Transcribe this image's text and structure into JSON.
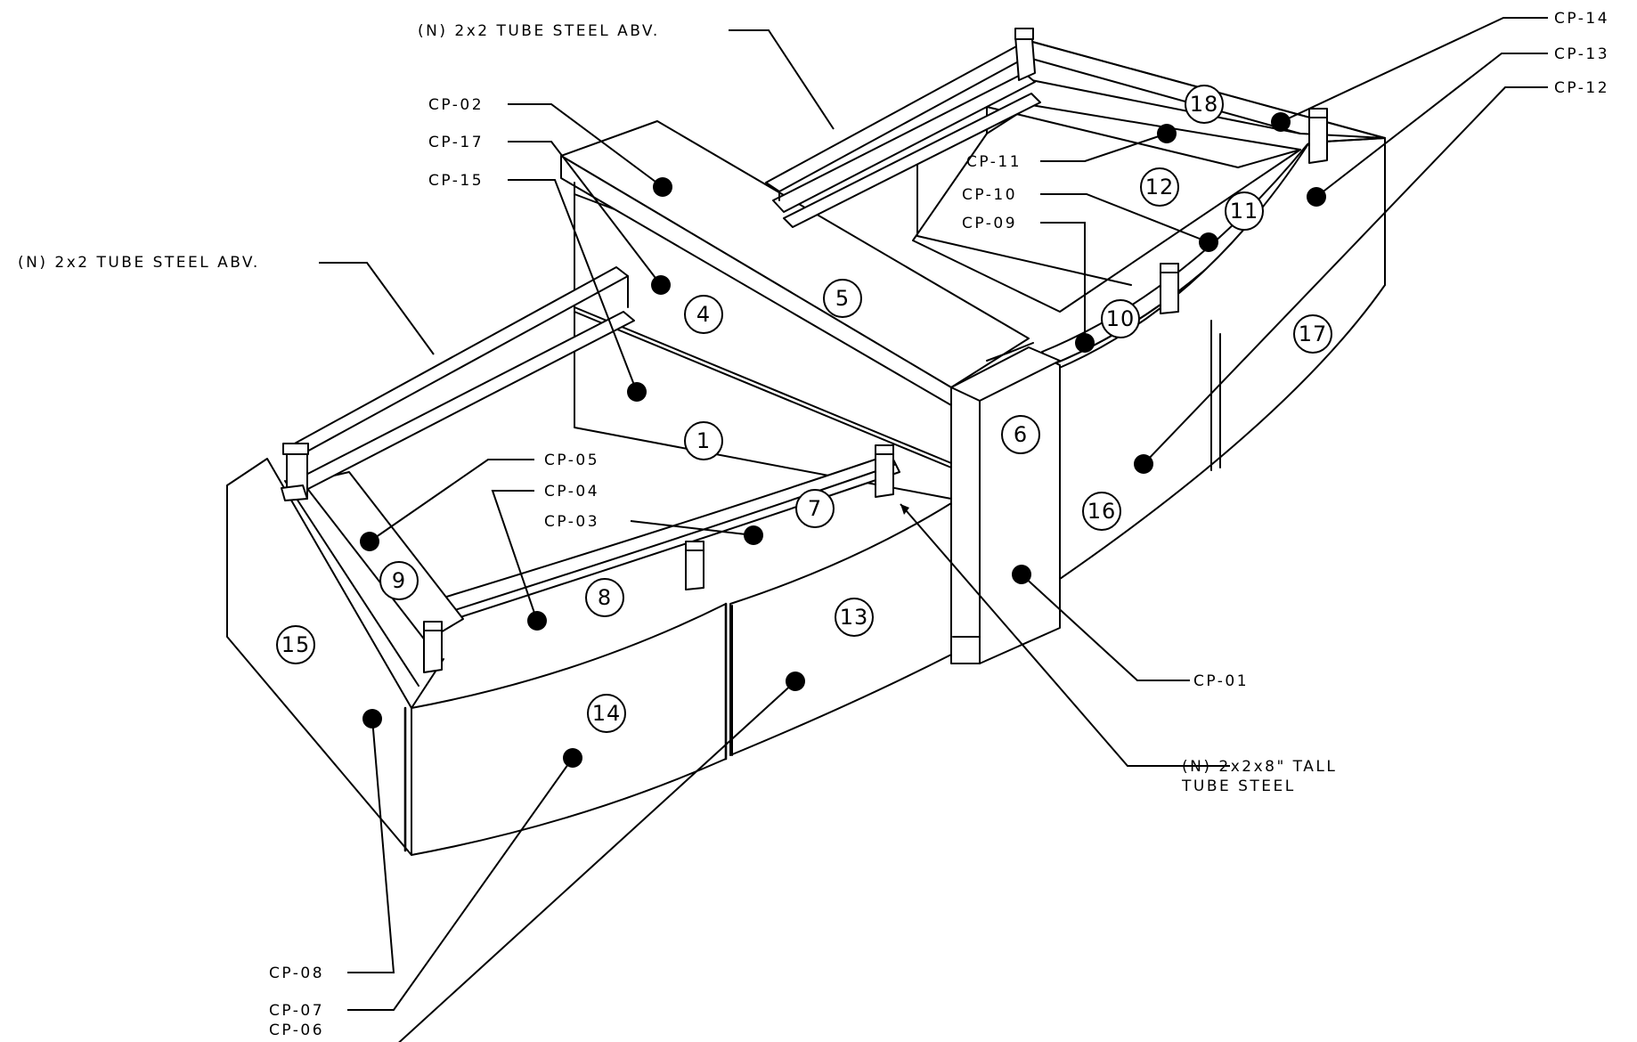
{
  "notes": {
    "tube_steel_top": "(N) 2x2 TUBE STEEL ABV.",
    "tube_steel_left": "(N) 2x2 TUBE STEEL ABV.",
    "tall_tube_line1": "(N) 2x2x8\" TALL",
    "tall_tube_line2": "TUBE STEEL"
  },
  "callouts": {
    "cp01": "CP-01",
    "cp02": "CP-02",
    "cp03": "CP-03",
    "cp04": "CP-04",
    "cp05": "CP-05",
    "cp06": "CP-06",
    "cp07": "CP-07",
    "cp08": "CP-08",
    "cp09": "CP-09",
    "cp10": "CP-10",
    "cp11": "CP-11",
    "cp12": "CP-12",
    "cp13": "CP-13",
    "cp14": "CP-14",
    "cp15": "CP-15",
    "cp17": "CP-17"
  },
  "panels": {
    "p1": "1",
    "p4": "4",
    "p5": "5",
    "p6": "6",
    "p7": "7",
    "p8": "8",
    "p9": "9",
    "p10": "10",
    "p11": "11",
    "p12": "12",
    "p13": "13",
    "p14": "14",
    "p15": "15",
    "p16": "16",
    "p17": "17",
    "p18": "18"
  }
}
